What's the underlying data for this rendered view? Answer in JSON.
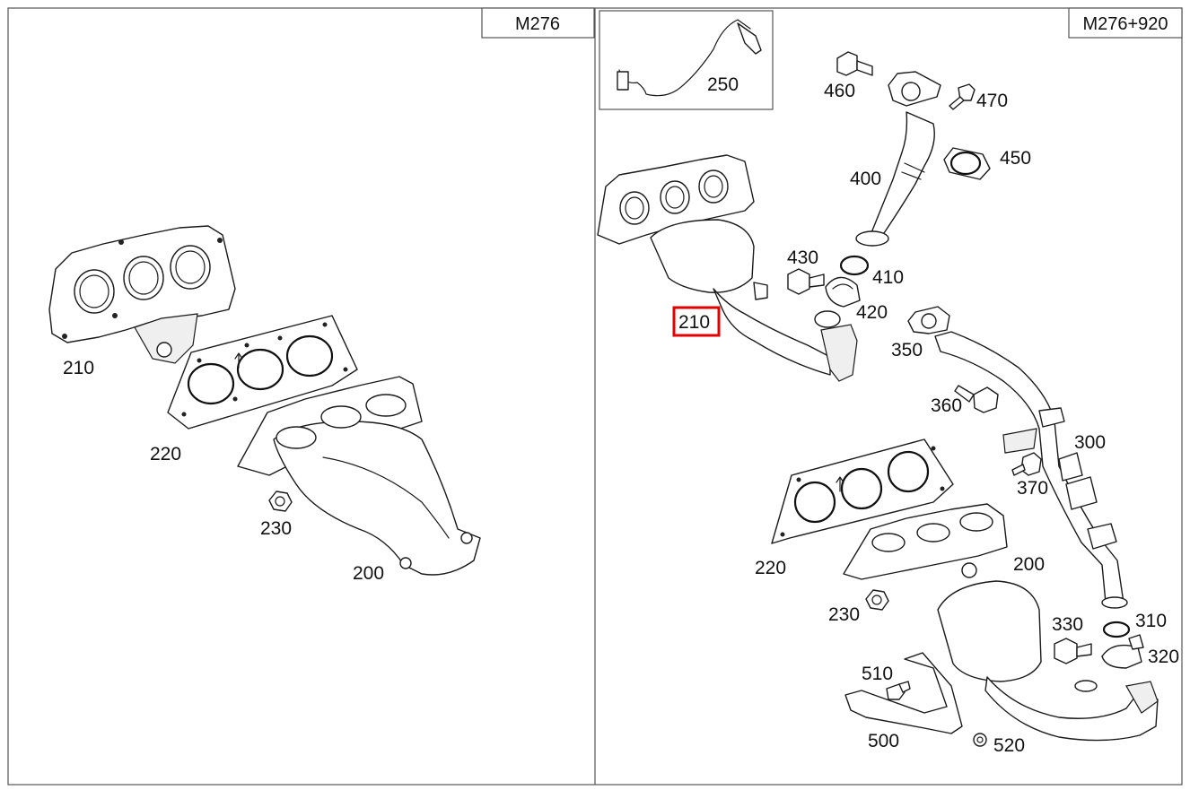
{
  "panels": {
    "left": {
      "model": "M276"
    },
    "right": {
      "model": "M276+920"
    }
  },
  "highlight_color": "#e00000",
  "callouts": {
    "left": {
      "l210": "210",
      "l220": "220",
      "l230": "230",
      "l200": "200"
    },
    "right": {
      "r250": "250",
      "r460": "460",
      "r470": "470",
      "r450": "450",
      "r400": "400",
      "r430": "430",
      "r410": "410",
      "r420": "420",
      "r210": "210",
      "r350": "350",
      "r360": "360",
      "r300": "300",
      "r370": "370",
      "r220": "220",
      "r200": "200",
      "r230": "230",
      "r330": "330",
      "r310": "310",
      "r320": "320",
      "r510": "510",
      "r500": "500",
      "r520": "520"
    }
  },
  "selected_callout": "210"
}
